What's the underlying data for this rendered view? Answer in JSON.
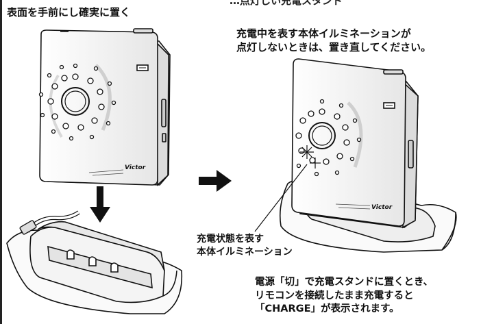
{
  "texts": {
    "top_cut": "…点灯しい充電スタンド",
    "instruction": "表面を手前にし確実に置く",
    "note_line1": "充電中を表す本体イルミネーションが",
    "note_line2": "点灯しないときは、置き直してください。",
    "charge_ill_line1": "充電状態を表す",
    "charge_ill_line2": "本体イルミネーション",
    "bottom_line1": "電源「切」で充電スタンドに置くとき、",
    "bottom_line2": "リモコンを接続したまま充電すると",
    "bottom_line3": "「CHARGE」が表示されます。"
  },
  "brand": "Victor",
  "model_badge": "≡ ≡",
  "icons": [
    "arrow-down-icon",
    "arrow-right-icon"
  ],
  "colors": {
    "ink": "#111111",
    "paper": "#ffffff"
  }
}
